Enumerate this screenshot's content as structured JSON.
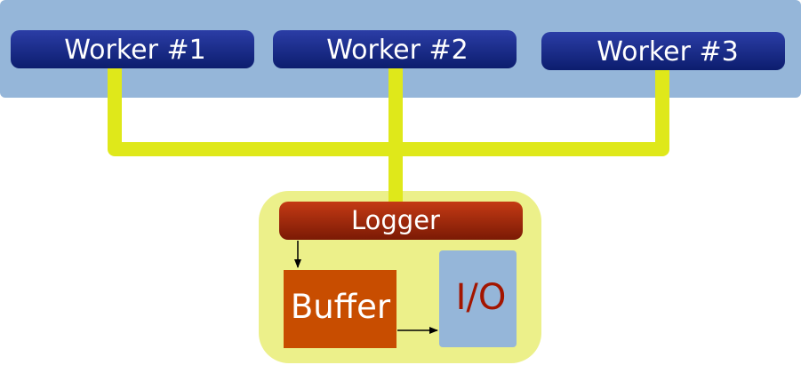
{
  "colors": {
    "worker_panel": "#95b6d9",
    "worker_box_top": "#2b3da6",
    "worker_box_bottom": "#0c1d6e",
    "connector": "#dfe81a",
    "logger_panel": "#ecf08a",
    "logger_bar_top": "#c43a14",
    "logger_bar_bottom": "#7b1a05",
    "buffer": "#c84d00",
    "io": "#95b6d9",
    "io_text": "#a31500",
    "white_text": "#ffffff",
    "arrow": "#000000"
  },
  "workers": [
    {
      "label": "Worker #1"
    },
    {
      "label": "Worker #2"
    },
    {
      "label": "Worker #3"
    }
  ],
  "logger": {
    "label": "Logger",
    "buffer_label": "Buffer",
    "io_label": "I/O"
  }
}
